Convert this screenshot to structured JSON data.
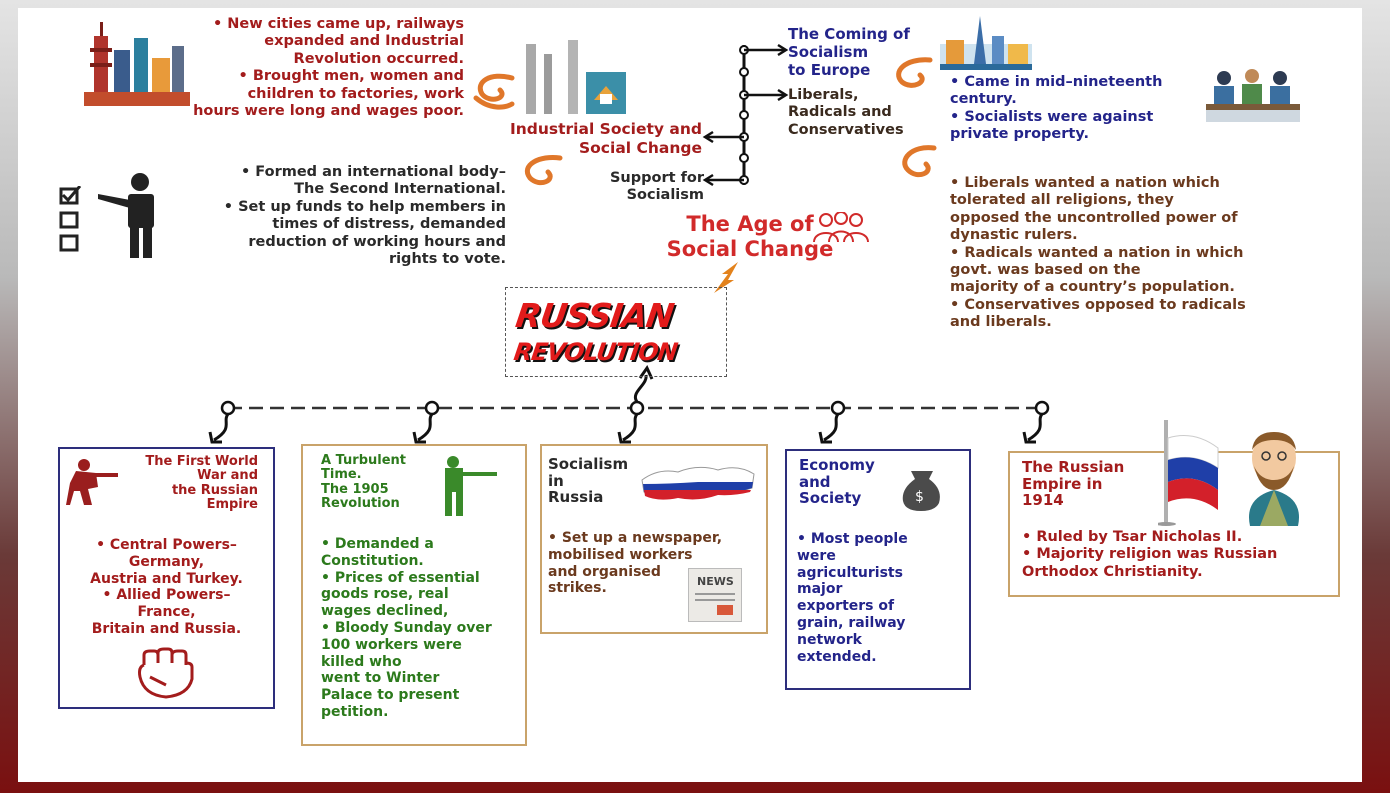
{
  "center": {
    "title_line1": "The Age of",
    "title_line2": "Social Change",
    "logo_line1": "RUSSIAN",
    "logo_line2": "REVOLUTION"
  },
  "industrial": {
    "label_line1": "Industrial Society and",
    "label_line2": "Social Change",
    "points": [
      "• New cities came up, railways",
      "expanded and Industrial",
      "Revolution occurred.",
      "• Brought men, women and",
      "children to factories, work",
      "hours were long and wages poor."
    ]
  },
  "support": {
    "label_line1": "Support for",
    "label_line2": "Socialism",
    "points": [
      "• Formed an international body–",
      "The Second International.",
      "• Set up funds to help members in",
      "times of distress, demanded",
      "reduction of working hours and",
      "rights to vote."
    ]
  },
  "coming": {
    "label_lines": [
      "The Coming of",
      "Socialism",
      "to Europe"
    ],
    "points": [
      "• Came in mid–nineteenth",
      "century.",
      "• Socialists were against",
      "private property."
    ]
  },
  "liberals": {
    "label_lines": [
      "Liberals,",
      "Radicals and",
      "Conservatives"
    ],
    "points": [
      "• Liberals wanted a nation which",
      "tolerated all religions, they",
      "opposed the uncontrolled power of",
      "dynastic rulers.",
      "• Radicals wanted a nation in which",
      "govt. was based on the",
      "majority of a country’s population.",
      "• Conservatives opposed to radicals",
      "and liberals."
    ]
  },
  "boxes": [
    {
      "title_lines": [
        "The First World",
        "War and",
        "the Russian",
        "Empire"
      ],
      "points": [
        "• Central Powers–",
        "Germany,",
        "Austria and Turkey.",
        "• Allied Powers–",
        "France,",
        "Britain and Russia."
      ]
    },
    {
      "title_lines": [
        "A Turbulent",
        "Time.",
        "The 1905",
        "Revolution"
      ],
      "points": [
        "• Demanded a",
        "Constitution.",
        "• Prices of essential",
        "goods rose, real",
        "wages declined,",
        "• Bloody Sunday over",
        "100 workers were",
        "killed who",
        "went to Winter",
        "Palace to present",
        "petition."
      ]
    },
    {
      "title_lines": [
        "Socialism",
        "in",
        "Russia"
      ],
      "points": [
        "• Set up a newspaper,",
        "mobilised workers",
        "and organised",
        "strikes."
      ],
      "news_label": "NEWS"
    },
    {
      "title_lines": [
        "Economy",
        "and",
        "Society"
      ],
      "points": [
        "• Most people",
        "were",
        "agriculturists",
        "major",
        "exporters of",
        "grain, railway",
        "network",
        "extended."
      ]
    },
    {
      "title_lines": [
        "The Russian",
        "Empire in",
        "1914"
      ],
      "points": [
        "• Ruled by Tsar Nicholas II.",
        "• Majority religion was Russian",
        "Orthodox Christianity."
      ]
    }
  ],
  "colors": {
    "red": "#a31c1c",
    "navy": "#23248a",
    "brown": "#6b3a1e",
    "green": "#2c7a1c",
    "orange_arrow": "#e0772a"
  },
  "icons": [
    "city-skyline-icon",
    "factory-icon",
    "checklist-icon",
    "person-presenting-icon",
    "paris-skyline-icon",
    "meeting-people-icon",
    "group-people-icon",
    "lightning-icon",
    "soldier-icon",
    "fist-icon",
    "russia-map-icon",
    "newspaper-icon",
    "money-bag-icon",
    "russian-flag-icon",
    "tsar-portrait-icon",
    "curly-arrow-icon"
  ]
}
